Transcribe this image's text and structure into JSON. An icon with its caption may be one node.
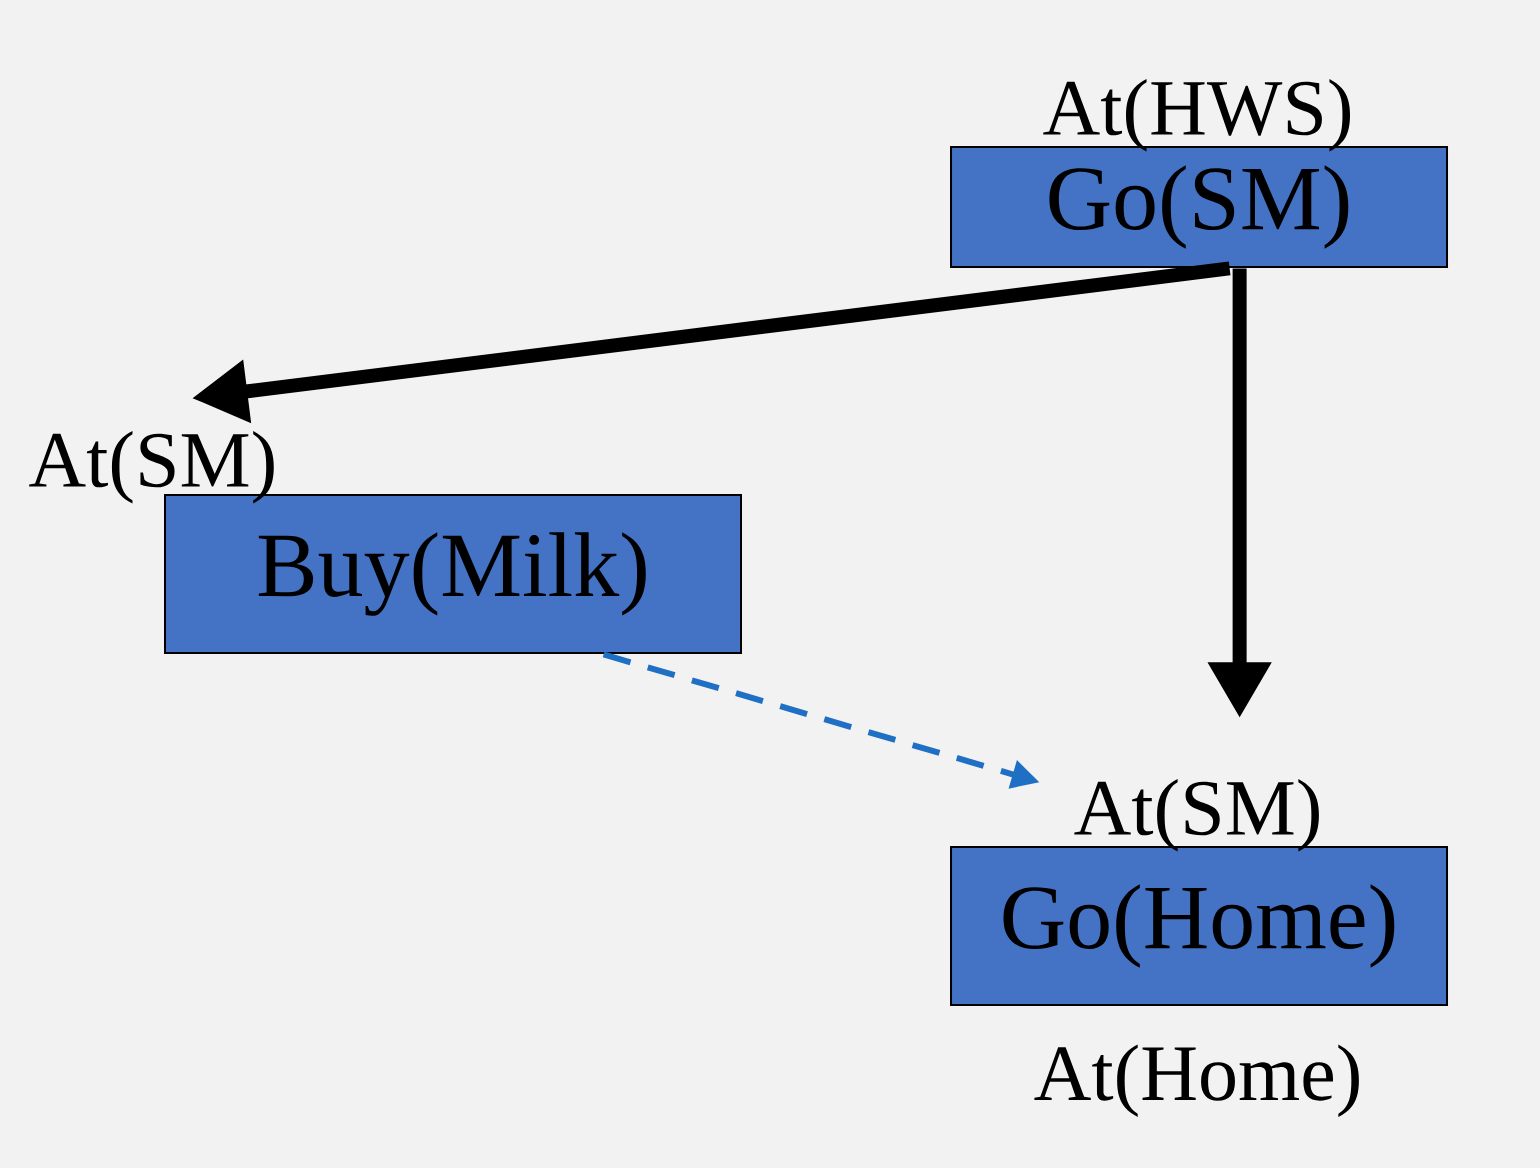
{
  "diagram": {
    "nodes": [
      {
        "text": [
          "At(HWS)",
          "Go(SM)"
        ]
      },
      {
        "text": [
          "At(SM)",
          "Buy(Milk)"
        ]
      },
      {
        "text": [
          "At(SM)",
          "Go(Home)"
        ],
        "beside": [
          "At(Home)"
        ]
      }
    ],
    "edges": [
      {
        "from": 0,
        "to": 1,
        "arrow": "to"
      },
      {
        "from": 0,
        "to": 2,
        "arrow": "to"
      },
      {
        "from": 1,
        "to": 2,
        "arrow": "to",
        "style": "dashed",
        "color": "#1f6fc4"
      }
    ]
  }
}
